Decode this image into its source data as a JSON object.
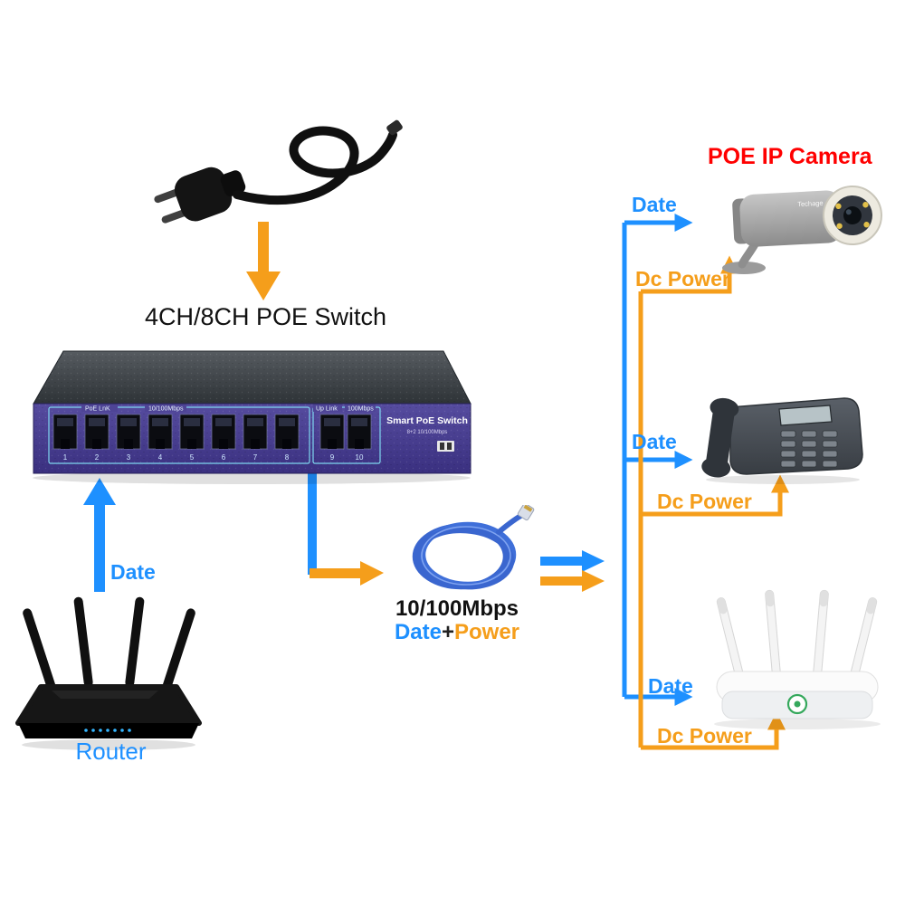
{
  "title": "4CH/8CH POE Switch",
  "camera": {
    "heading": "POE IP Camera",
    "brand": "Techage"
  },
  "router_label": "Router",
  "feed": {
    "date": "Date"
  },
  "cable": {
    "speed": "10/100Mbps",
    "date": "Date",
    "plus": "+",
    "power": "Power"
  },
  "branches": {
    "camera": {
      "date": "Date",
      "power": "Dc Power"
    },
    "phone": {
      "date": "Date",
      "power": "Dc Power"
    },
    "wifi": {
      "date": "Date",
      "power": "Dc Power"
    }
  },
  "switch": {
    "poe_label": "PoE LnK",
    "poe_speed": "10/100Mbps",
    "uplink_label": "Up Link",
    "uplink_speed": "100Mbps",
    "name": "Smart PoE Switch",
    "subtitle": "8+2 10/100Mbps",
    "ports": [
      "1",
      "2",
      "3",
      "4",
      "5",
      "6",
      "7",
      "8",
      "9",
      "10"
    ]
  },
  "colors": {
    "data_blue": "#1E90FF",
    "power_orange": "#F59E1B",
    "camera_red": "#FF0000",
    "panel_purple": "#4a4198"
  }
}
